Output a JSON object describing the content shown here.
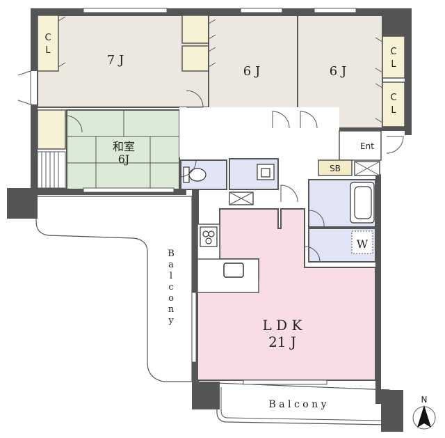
{
  "colors": {
    "wall": "#555555",
    "western_room": "#ece8e0",
    "japanese_room": "#dcebd8",
    "ldk": "#f8dde4",
    "wet_area": "#e0e4f4",
    "closet": "#f7f2d6",
    "service_box": "#f3ecc7",
    "white": "#ffffff"
  },
  "rooms": {
    "bedroom_7j": "7 J",
    "bedroom_6j_a": "6 J",
    "bedroom_6j_b": "6 J",
    "washitsu_title": "和室",
    "washitsu_size": "6J",
    "ldk_title": "L D K",
    "ldk_size": "21 J"
  },
  "closets": {
    "cl_left": "C L",
    "cl_right_top": "C L",
    "cl_right_bottom": "C L"
  },
  "labels": {
    "entrance": "Ent",
    "shoe_box": "SB",
    "washer": "W",
    "balcony_side": [
      "B",
      "a",
      "l",
      "c",
      "o",
      "n",
      "y"
    ],
    "balcony_bottom": "B a l c o n y",
    "north": "N"
  },
  "icons": [
    "stove-icon",
    "sink-icon",
    "toilet-icon",
    "washbasin-icon",
    "bathtub-icon",
    "north-arrow-icon",
    "door-swing-icon"
  ]
}
